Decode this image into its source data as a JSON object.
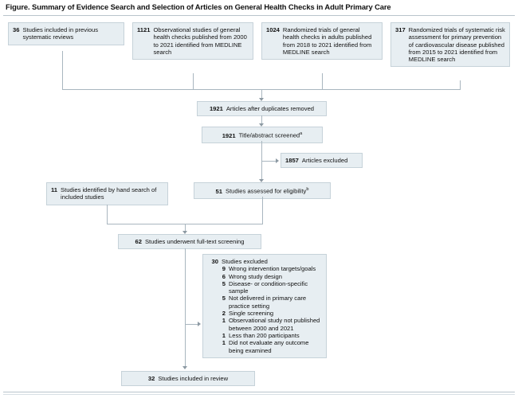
{
  "figure": {
    "title": "Figure. Summary of Evidence Search and Selection of Articles on General Health Checks in Adult Primary Care"
  },
  "nodes": {
    "prev_reviews": {
      "num": "36",
      "text": "Studies included in previous systematic reviews"
    },
    "observational": {
      "num": "1121",
      "text": "Observational studies of general health checks published from 2000 to 2021 identified from MEDLINE search"
    },
    "rct_health_checks": {
      "num": "1024",
      "text": "Randomized trials of general health checks in adults published from 2018 to 2021 identified from MEDLINE search"
    },
    "rct_risk_assess": {
      "num": "317",
      "text": "Randomized trials of systematic risk assessment for primary prevention of cardiovascular disease published from 2015 to 2021 identified from MEDLINE search"
    },
    "after_duplicates": {
      "num": "1921",
      "text": "Articles after duplicates removed"
    },
    "title_abstract": {
      "num": "1921",
      "text": "Title/abstract screened",
      "footnote": "a"
    },
    "articles_excluded": {
      "num": "1857",
      "text": "Articles excluded"
    },
    "hand_search": {
      "num": "11",
      "text": "Studies identified by hand search of included studies"
    },
    "eligibility": {
      "num": "51",
      "text": "Studies assessed for eligibility",
      "footnote": "b"
    },
    "full_text": {
      "num": "62",
      "text": "Studies underwent full-text screening"
    },
    "included_review": {
      "num": "32",
      "text": "Studies included in review"
    }
  },
  "exclusions": {
    "header": {
      "num": "30",
      "text": "Studies excluded"
    },
    "items": [
      {
        "num": "9",
        "text": "Wrong intervention targets/goals"
      },
      {
        "num": "6",
        "text": "Wrong study design"
      },
      {
        "num": "5",
        "text": "Disease- or condition-specific sample"
      },
      {
        "num": "5",
        "text": "Not delivered in primary care practice setting"
      },
      {
        "num": "2",
        "text": "Single screening"
      },
      {
        "num": "1",
        "text": "Observational study not published between 2000 and 2021"
      },
      {
        "num": "1",
        "text": "Less than 200 participants"
      },
      {
        "num": "1",
        "text": "Did not evaluate any outcome being examined"
      }
    ]
  },
  "colors": {
    "box_fill": "#e7eef2",
    "box_border": "#c6d2d9",
    "connector": "#a9b6bf",
    "rule": "#b9c4cc"
  }
}
